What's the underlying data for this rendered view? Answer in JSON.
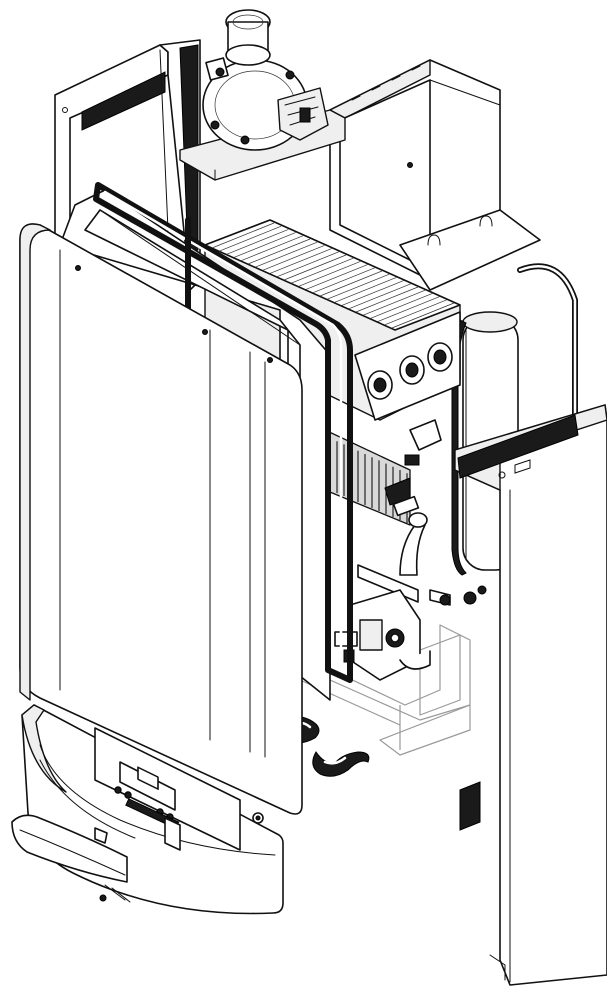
{
  "diagram": {
    "kind": "exploded-view",
    "palette": {
      "line": "#111111",
      "fill": "#ffffff",
      "shade": "#efefef",
      "dark": "#1a1a1a"
    },
    "components": [
      "fan-assembly",
      "flue-hood",
      "mounting-frame",
      "sealed-chamber-cover",
      "chamber-seal",
      "front-casing-panel",
      "heat-exchanger",
      "burner",
      "expansion-vessel",
      "right-side-panel",
      "gas-valve",
      "hydraulic-group",
      "siphon-hoses",
      "control-panel",
      "control-panel-flap"
    ]
  }
}
